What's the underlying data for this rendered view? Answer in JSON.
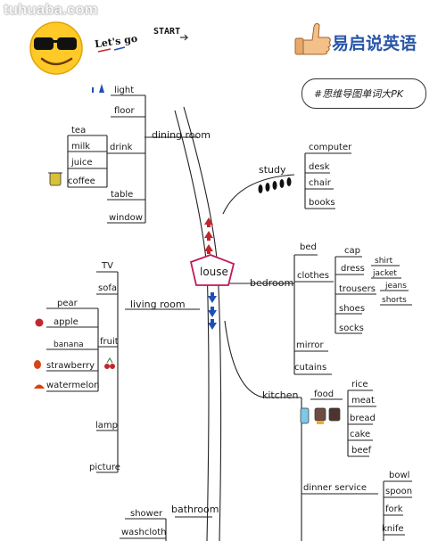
{
  "watermark": "tuhuaba.com",
  "header": {
    "lets_go": "Let's go",
    "start": "START",
    "brand": "易启说英语",
    "tagline": "#思维导图单词大PK",
    "brand_color": "#2956a8"
  },
  "center": {
    "label": "louse",
    "color": "#c2185b"
  },
  "branches": {
    "dining_room": {
      "label": "dining room",
      "items": {
        "light": "light",
        "floor": "floor",
        "drink": "drink",
        "tea": "tea",
        "milk": "milk",
        "juice": "juice",
        "coffee": "coffee",
        "table": "table",
        "window": "window"
      }
    },
    "living_room": {
      "label": "living room",
      "items": {
        "tv": "TV",
        "sofa": "sofa",
        "fruit": "fruit",
        "pear": "pear",
        "apple": "apple",
        "banana": "banana",
        "strawberry": "strawberry",
        "watermelon": "watermelon",
        "lamp": "lamp",
        "picture": "picture"
      }
    },
    "study": {
      "label": "study",
      "items": {
        "computer": "computer",
        "desk": "desk",
        "chair": "chair",
        "books": "books"
      }
    },
    "bedroom": {
      "label": "bedroom",
      "items": {
        "bed": "bed",
        "clothes": "clothes",
        "mirror": "mirror",
        "cutains": "cutains",
        "cap": "cap",
        "dress": "dress",
        "trousers": "trousers",
        "shoes": "shoes",
        "socks": "socks",
        "shirt": "shirt",
        "jacket": "jacket",
        "jeans": "jeans",
        "shorts": "shorts"
      }
    },
    "kitchen": {
      "label": "kitchen",
      "items": {
        "food": "food",
        "rice": "rice",
        "meat": "meat",
        "bread": "bread",
        "cake": "cake",
        "beef": "beef",
        "dinner_service": "dinner service",
        "bowl": "bowl",
        "spoon": "spoon",
        "fork": "fork",
        "knife": "knife"
      }
    },
    "bathroom": {
      "label": "bathroom",
      "items": {
        "shower": "shower",
        "washcloth": "washcloth"
      }
    }
  },
  "icons": {
    "sunglasses_emoji": "sunglasses-smiley-icon",
    "thumbs_up": "thumbs-up-icon",
    "up_arrows_color": "#c0272d",
    "down_arrows_color": "#1f4fb5"
  }
}
